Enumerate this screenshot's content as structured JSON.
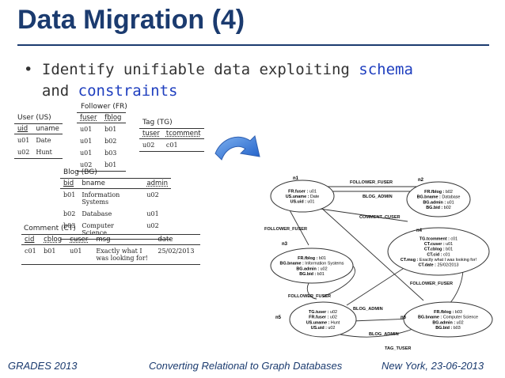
{
  "slide": {
    "title": "Data Migration (4)",
    "bullet_prefix": "Identify unifiable data exploiting ",
    "bullet_kw1": "schema",
    "bullet_mid": "and ",
    "bullet_kw2": "constraints"
  },
  "tables": {
    "user": {
      "caption": "User (US)",
      "headers": [
        "uid",
        "uname"
      ],
      "rows": [
        [
          "u01",
          "Date"
        ],
        [
          "u02",
          "Hunt"
        ]
      ]
    },
    "follower": {
      "caption": "Follower (FR)",
      "headers": [
        "fuser",
        "fblog"
      ],
      "rows": [
        [
          "u01",
          "b01"
        ],
        [
          "u01",
          "b02"
        ],
        [
          "u01",
          "b03"
        ],
        [
          "u02",
          "b01"
        ]
      ]
    },
    "tag": {
      "caption": "Tag (TG)",
      "headers": [
        "tuser",
        "tcomment"
      ],
      "rows": [
        [
          "u02",
          "c01"
        ]
      ]
    },
    "blog": {
      "caption": "Blog (BG)",
      "headers": [
        "bid",
        "bname",
        "admin"
      ],
      "rows": [
        [
          "b01",
          "Information Systems",
          "u02"
        ],
        [
          "b02",
          "Database",
          "u01"
        ],
        [
          "b03",
          "Computer Science",
          "u02"
        ]
      ]
    },
    "comment": {
      "caption": "Comment (CT)",
      "headers": [
        "cid",
        "cblog",
        "cuser",
        "msg",
        "date"
      ],
      "rows": [
        [
          "c01",
          "b01",
          "u01",
          "Exactly what I was looking for!",
          "25/02/2013"
        ]
      ]
    }
  },
  "graph": {
    "nodes": {
      "n1": {
        "label": "n1",
        "lines": [
          "FR.fuser : u01",
          "US.uname : Date",
          "US.uid : u01"
        ]
      },
      "n2": {
        "label": "n2",
        "lines": [
          "FR.fblog : b02",
          "BG.bname : Database",
          "BG.admin : u01",
          "BG.bid : b02"
        ]
      },
      "n3": {
        "label": "n3",
        "lines": [
          "FR.fblog : b01",
          "BG.bname : Information Systems",
          "BG.admin : u02",
          "BG.bid : b01"
        ]
      },
      "n4": {
        "label": "n4",
        "lines": [
          "TG.tcomment : c01",
          "CT.cuser : u01",
          "CT.cblog : b01",
          "CT.cid : c01",
          "CT.msg : Exactly what I was looking for!",
          "CT.date : 25/02/2013"
        ]
      },
      "n5": {
        "label": "n5",
        "lines": [
          "TG.tuser : u02",
          "FR.fuser : u02",
          "US.uname : Hunt",
          "US.uid : u02"
        ]
      },
      "n6": {
        "label": "n6",
        "lines": [
          "FR.fblog : b03",
          "BG.bname : Computer Science",
          "BG.admin : u02",
          "BG.bid : b03"
        ]
      }
    },
    "edges": {
      "follower_fuser_top": "FOLLOWER_FUSER",
      "blog_admin_top": "BLOG_ADMIN",
      "comment_cuser": "COMMENT_CUSER",
      "follower_fuser_left": "FOLLOWER_FUSER",
      "follower_fuser_right": "FOLLOWER_FUSER",
      "follower_fuser_mid": "FOLLOWER_FUSER",
      "blog_admin_mid": "BLOG_ADMIN",
      "blog_admin_bottom": "BLOG_ADMIN",
      "tag_tuser": "TAG_TUSER"
    }
  },
  "footer": {
    "left": "GRADES 2013",
    "center": "Converting Relational to Graph Databases",
    "right": "New York, 23-06-2013"
  },
  "colors": {
    "title": "#1b3b6f",
    "keyword": "#1f3fbf",
    "arrow": "#2f6fd6"
  }
}
